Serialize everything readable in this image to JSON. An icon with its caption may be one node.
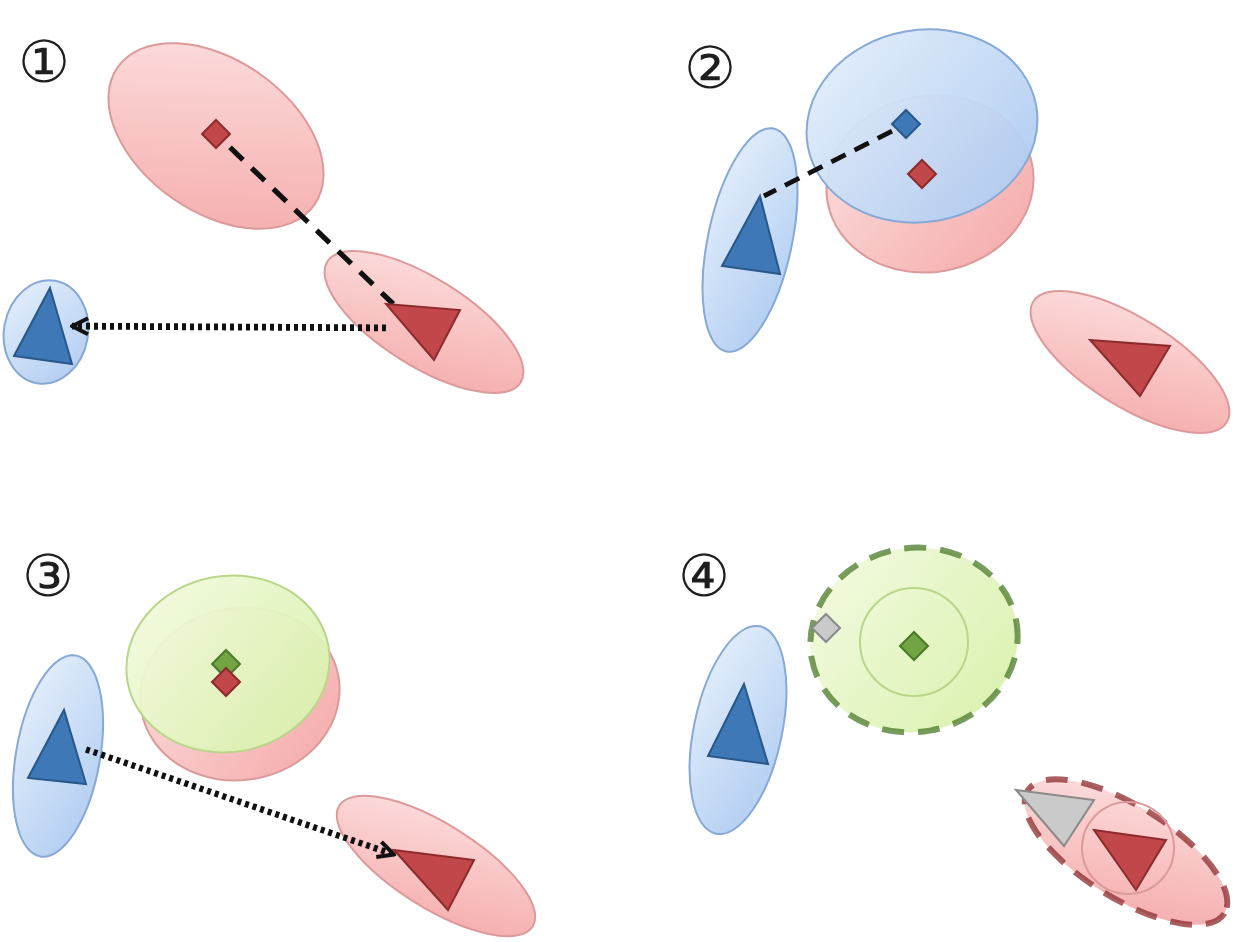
{
  "diagram": {
    "nodes": [
      {
        "text": [],
        "shape": "diamond"
      },
      {
        "text": [],
        "shape": "triangle"
      },
      {
        "text": [],
        "shape": "triangle"
      },
      {
        "text": [],
        "shape": "diamond"
      },
      {
        "text": [],
        "shape": "triangle"
      },
      {
        "text": [],
        "shape": "triangle"
      },
      {
        "text": [],
        "shape": "triangle"
      }
    ],
    "edges": [
      {
        "from": 0,
        "to": 1,
        "arrow": "none",
        "style": "dashed"
      },
      {
        "from": 1,
        "to": 2,
        "arrow": "to",
        "style": "dashed"
      },
      {
        "from": 3,
        "to": 4,
        "arrow": "none",
        "style": "dashed"
      },
      {
        "from": 5,
        "to": 6,
        "arrow": "to",
        "style": "dashed"
      }
    ],
    "labels": [
      "①",
      "②",
      "③",
      "④"
    ]
  }
}
